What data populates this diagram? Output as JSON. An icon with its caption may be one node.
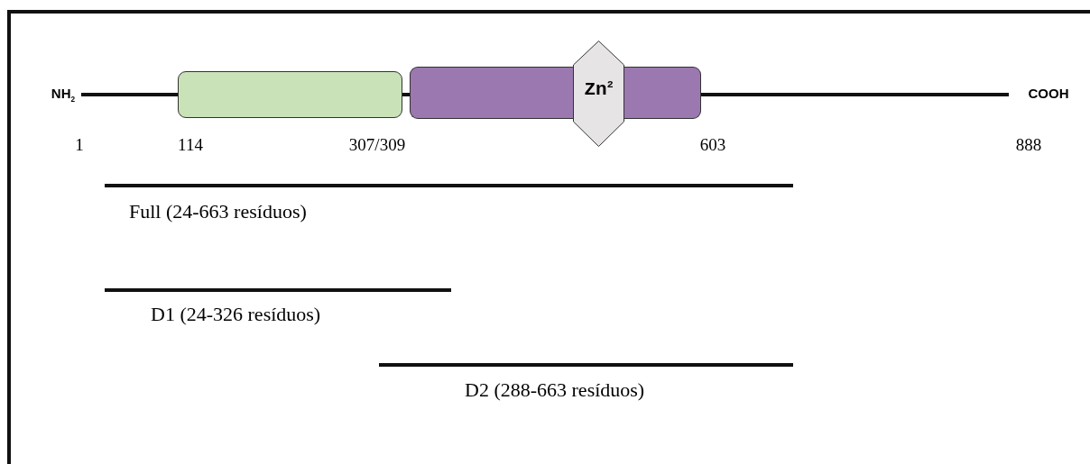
{
  "diagram": {
    "nodes": [
      {
        "text": [
          "NH$_{2}$"
        ]
      },
      {
        "text": [],
        "shape": "box"
      },
      {
        "text": [],
        "shape": "box"
      },
      {
        "text": [
          "Zn$^{2}$"
        ]
      },
      {
        "text": [],
        "shape": "box"
      },
      {
        "text": [
          "COOH"
        ]
      },
      {
        "text": [],
        "shape": "bar",
        "beside": [
          "Full (24-663 resíduos)"
        ]
      },
      {
        "text": [],
        "shape": "bar",
        "beside": [
          "D1 (24-326 resíduos)"
        ]
      },
      {
        "text": [],
        "shape": "bar",
        "beside": [
          "D2 (288-663 resíduos)"
        ]
      }
    ],
    "edges": [
      {
        "from": 0,
        "to": 1,
        "arrow": "none"
      },
      {
        "from": 1,
        "to": 2,
        "arrow": "none"
      },
      {
        "from": 4,
        "to": 5,
        "arrow": "none"
      }
    ],
    "labels": [
      "1",
      "114",
      "307/309",
      "603",
      "888"
    ]
  }
}
